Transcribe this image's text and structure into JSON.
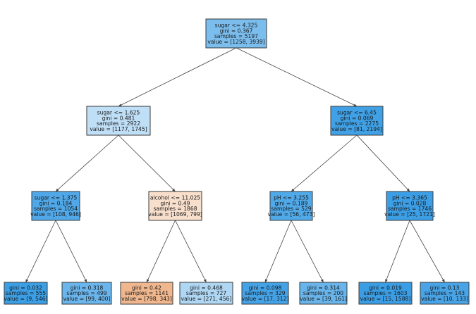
{
  "tree": {
    "nodes": [
      {
        "id": "n0",
        "lines": [
          "sugar <= 4.325",
          "gini = 0.367",
          "samples = 5197",
          "value = [1258, 3939]"
        ],
        "color": "#7bbeee"
      },
      {
        "id": "n1",
        "lines": [
          "sugar <= 1.625",
          "gini = 0.481",
          "samples = 2922",
          "value = [1177, 1745]"
        ],
        "color": "#bfdff7"
      },
      {
        "id": "n2",
        "lines": [
          "sugar <= 6.45",
          "gini = 0.069",
          "samples = 2275",
          "value = [81, 2194]"
        ],
        "color": "#40a1e6"
      },
      {
        "id": "n3",
        "lines": [
          "sugar <= 1.375",
          "gini = 0.184",
          "samples = 1054",
          "value = [108, 946]"
        ],
        "color": "#50a8e8"
      },
      {
        "id": "n4",
        "lines": [
          "alcohol <= 11.025",
          "gini = 0.49",
          "samples = 1868",
          "value = [1069, 799]"
        ],
        "color": "#f8dfcc"
      },
      {
        "id": "n5",
        "lines": [
          "pH <= 3.255",
          "gini = 0.189",
          "samples = 529",
          "value = [56, 473]"
        ],
        "color": "#50a9e8"
      },
      {
        "id": "n6",
        "lines": [
          "pH <= 3.365",
          "gini = 0.028",
          "samples = 1746",
          "value = [25, 1721]"
        ],
        "color": "#3c9ee5"
      },
      {
        "id": "n7",
        "lines": [
          "gini = 0.032",
          "samples = 555",
          "value = [9, 546]"
        ],
        "color": "#3c9fe5"
      },
      {
        "id": "n8",
        "lines": [
          "gini = 0.318",
          "samples = 499",
          "value = [99, 400]"
        ],
        "color": "#6ab5eb"
      },
      {
        "id": "n9",
        "lines": [
          "gini = 0.42",
          "samples = 1141",
          "value = [798, 343]"
        ],
        "color": "#f0b78e"
      },
      {
        "id": "n10",
        "lines": [
          "gini = 0.468",
          "samples = 727",
          "value = [271, 456]"
        ],
        "color": "#afd7f4"
      },
      {
        "id": "n11",
        "lines": [
          "gini = 0.098",
          "samples = 329",
          "value = [17, 312]"
        ],
        "color": "#44a2e6"
      },
      {
        "id": "n12",
        "lines": [
          "gini = 0.314",
          "samples = 200",
          "value = [39, 161]"
        ],
        "color": "#69b5eb"
      },
      {
        "id": "n13",
        "lines": [
          "gini = 0.019",
          "samples = 1603",
          "value = [15, 1588]"
        ],
        "color": "#3b9ee5"
      },
      {
        "id": "n14",
        "lines": [
          "gini = 0.13",
          "samples = 143",
          "value = [10, 133]"
        ],
        "color": "#48a4e7"
      }
    ],
    "edges": [
      [
        "n0",
        "n1"
      ],
      [
        "n0",
        "n2"
      ],
      [
        "n1",
        "n3"
      ],
      [
        "n1",
        "n4"
      ],
      [
        "n2",
        "n5"
      ],
      [
        "n2",
        "n6"
      ],
      [
        "n3",
        "n7"
      ],
      [
        "n3",
        "n8"
      ],
      [
        "n4",
        "n9"
      ],
      [
        "n4",
        "n10"
      ],
      [
        "n5",
        "n11"
      ],
      [
        "n5",
        "n12"
      ],
      [
        "n6",
        "n13"
      ],
      [
        "n6",
        "n14"
      ]
    ]
  }
}
